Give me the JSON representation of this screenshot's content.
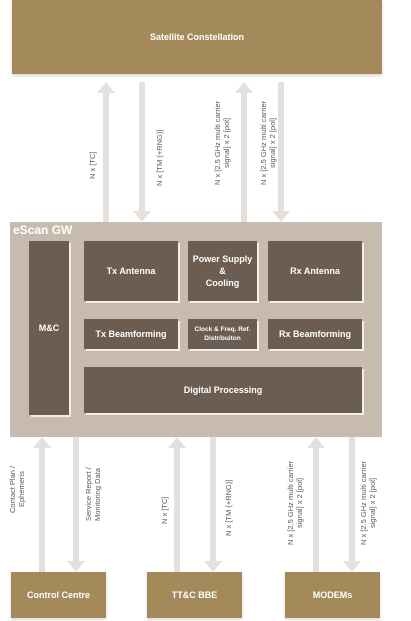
{
  "satellite": {
    "label": "Satellite Constellation"
  },
  "gateway": {
    "title": "eScan GW",
    "blocks": {
      "mc": "M&C",
      "tx_antenna": "Tx Antenna",
      "power_supply": "Power Supply\n&\nCooling",
      "rx_antenna": "Rx Antenna",
      "tx_beamforming": "Tx Beamforming",
      "clock_ref": "Clock & Freq. Ref.\nDistribuiton",
      "rx_beamforming": "Rx Beamforming",
      "digital_processing": "Digital Processing"
    }
  },
  "bottom": {
    "control_centre": "Control Centre",
    "ttc_bbe": "TT&C BBE",
    "modems": "MODEMs"
  },
  "top_links": {
    "tc": "N x [TC]",
    "tm": "N x [TM (+RNG)]",
    "carrier_1": "N x [2.5 GHz multi carrier\nsignal] x 2 [pol]",
    "carrier_2": "N x [2.5 GHz multi carrier\nsignal] x 2 [pol]"
  },
  "bottom_links": {
    "contact_plan": "Contact Plan /\nEphemeris",
    "service_report": "Service Report /\nMonitoring Data",
    "tc": "N x [TC]",
    "tm": "N x [TM (+RNG)]",
    "carrier_1": "N x [2.5 GHz multi carrier\nsignal] x 2 [pol]",
    "carrier_2": "N x [2.5 GHz multi carrier\nsignal] x 2 [pol]"
  },
  "colors": {
    "gold": "#a48a5b",
    "gateway_bg": "#c6bbae",
    "block": "#6b5d52",
    "arrow": "#e3e0dd"
  }
}
